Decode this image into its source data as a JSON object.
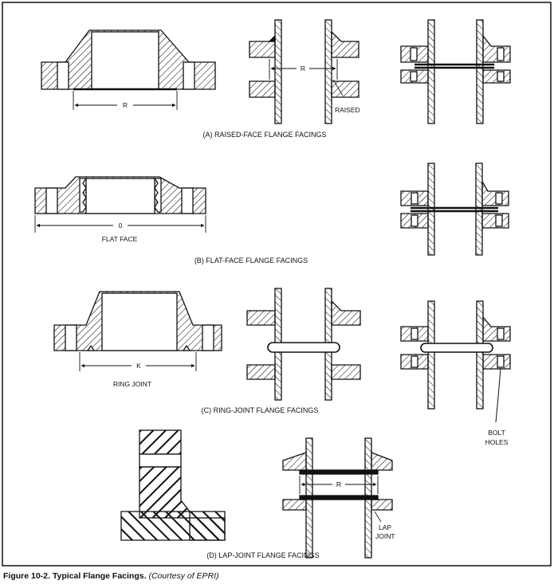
{
  "figure": {
    "number_title": "Figure 10-2. Typical Flange Facings.",
    "credit": "(Courtesy of EPRI)"
  },
  "panels": {
    "a": {
      "caption": "(A) RAISED-FACE FLANGE FACINGS",
      "dim1": "R",
      "dim2": "R",
      "note": "RAISED"
    },
    "b": {
      "caption": "(B) FLAT-FACE FLANGE FACINGS",
      "dim": "0",
      "label": "FLAT FACE"
    },
    "c": {
      "caption": "(C) RING-JOINT FLANGE FACINGS",
      "dim": "K",
      "label": "RING JOINT",
      "callout_line1": "BOLT",
      "callout_line2": "HOLES"
    },
    "d": {
      "caption": "(D) LAP-JOINT FLANGE FACINGS",
      "dim": "R",
      "label_line1": "LAP",
      "label_line2": "JOINT"
    }
  }
}
